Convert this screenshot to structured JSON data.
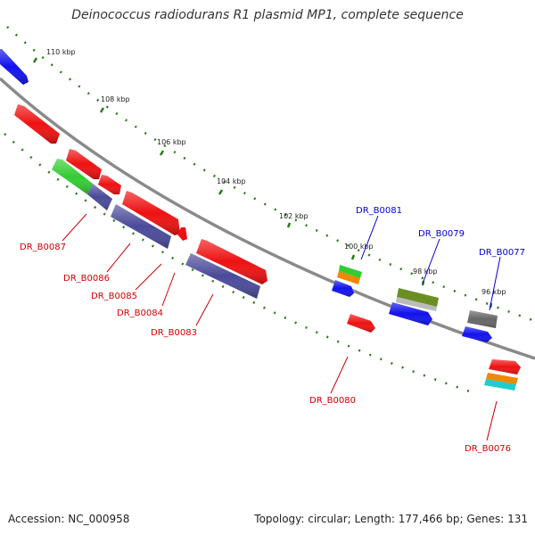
{
  "title": "Deinococcus radiodurans R1 plasmid MP1, complete sequence",
  "footer": {
    "accession": "Accession: NC_000958",
    "summary": "Topology: circular; Length: 177,466 bp; Genes: 131"
  },
  "colors": {
    "backbone": "#8a8a8a",
    "tick": "#2a7a1a",
    "red": "#ee1111",
    "blue": "#1111ee",
    "purple": "#4a4a9a",
    "green": "#33cc33",
    "olive": "#6b8e23",
    "gray": "#666666",
    "orange": "#ee8800",
    "cyan": "#22cccc",
    "label_red": "#cc0000",
    "label_blue": "#0000cc"
  },
  "ticks": [
    "110 kbp",
    "108 kbp",
    "106 kbp",
    "104 kbp",
    "102 kbp",
    "100 kbp",
    "98 kbp",
    "96 kbp"
  ],
  "genes_red": [
    "DR_B0087",
    "DR_B0086",
    "DR_B0085",
    "DR_B0084",
    "DR_B0083",
    "DR_B0080",
    "DR_B0076"
  ],
  "genes_blue": [
    "DR_B0081",
    "DR_B0079",
    "DR_B0077"
  ]
}
